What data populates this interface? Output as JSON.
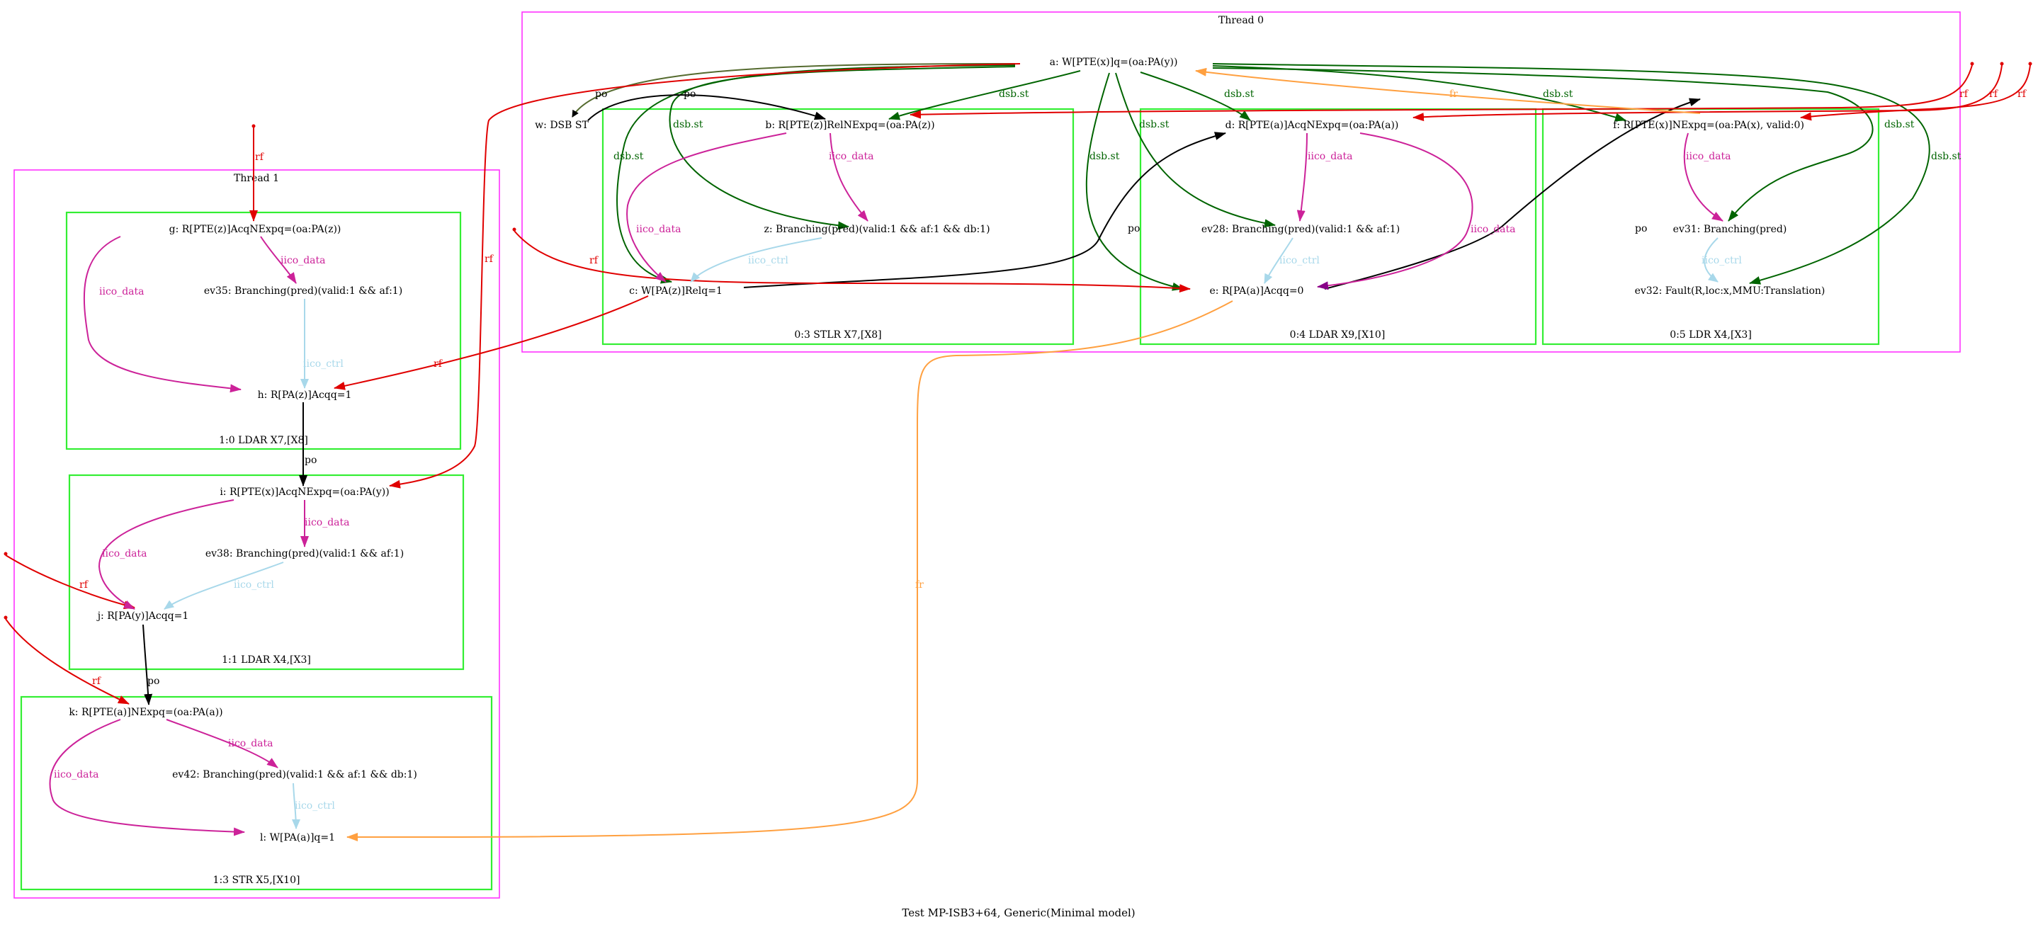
{
  "caption": "Test MP-ISB3+64, Generic(Minimal model)",
  "colors": {
    "thread": "#ff33ff",
    "instruction": "#33ee33",
    "po": "#000000",
    "dsb_st": "#006400",
    "rf": "#e00000",
    "fr": "#ffa040",
    "iico_data": "#cc2299",
    "iico_ctrl": "#a8d8ea",
    "purple": "#880088"
  },
  "threads": [
    {
      "id": "thread0",
      "label": "Thread 0"
    },
    {
      "id": "thread1",
      "label": "Thread 1"
    }
  ],
  "instructions": [
    {
      "id": "i03",
      "label": "0:3 STLR X7,[X8]"
    },
    {
      "id": "i04",
      "label": "0:4 LDAR X9,[X10]"
    },
    {
      "id": "i05",
      "label": "0:5 LDR X4,[X3]"
    },
    {
      "id": "i10",
      "label": "1:0 LDAR X7,[X8]"
    },
    {
      "id": "i11",
      "label": "1:1 LDAR X4,[X3]"
    },
    {
      "id": "i13",
      "label": "1:3 STR X5,[X10]"
    }
  ],
  "nodes": {
    "a": "a: W[PTE(x)]q=(oa:PA(y))",
    "w": "w: DSB ST",
    "b": "b: R[PTE(z)]RelNExpq=(oa:PA(z))",
    "z": "z: Branching(pred)(valid:1 && af:1 && db:1)",
    "c": "c: W[PA(z)]Relq=1",
    "d": "d: R[PTE(a)]AcqNExpq=(oa:PA(a))",
    "ev28": "ev28: Branching(pred)(valid:1 && af:1)",
    "e": "e: R[PA(a)]Acqq=0",
    "f": "f: R[PTE(x)]NExpq=(oa:PA(x), valid:0)",
    "ev31": "ev31: Branching(pred)",
    "ev32": "ev32: Fault(R,loc:x,MMU:Translation)",
    "g": "g: R[PTE(z)]AcqNExpq=(oa:PA(z))",
    "ev35": "ev35: Branching(pred)(valid:1 && af:1)",
    "h": "h: R[PA(z)]Acqq=1",
    "i": "i: R[PTE(x)]AcqNExpq=(oa:PA(y))",
    "ev38": "ev38: Branching(pred)(valid:1 && af:1)",
    "j": "j: R[PA(y)]Acqq=1",
    "k": "k: R[PTE(a)]NExpq=(oa:PA(a))",
    "ev42": "ev42: Branching(pred)(valid:1 && af:1 && db:1)",
    "l": "l: W[PA(a)]q=1"
  },
  "edge_labels": {
    "po": "po",
    "dsb_st": "dsb.st",
    "rf": "rf",
    "fr": "fr",
    "iico_data": "iico_data",
    "iico_ctrl": "iico_ctrl"
  }
}
